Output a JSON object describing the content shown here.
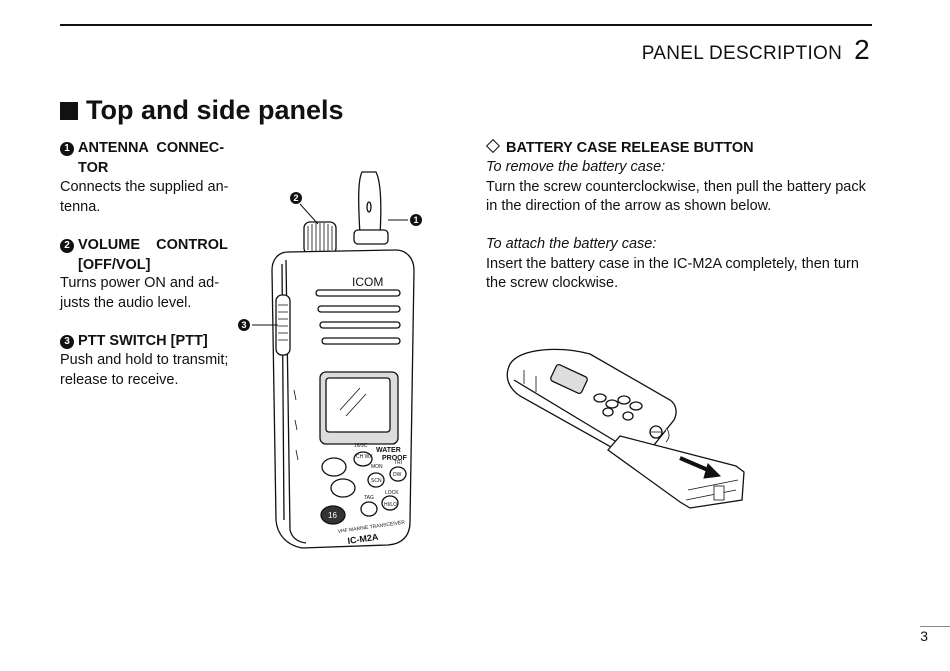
{
  "header": {
    "section": "PANEL DESCRIPTION",
    "chapter": "2"
  },
  "title": "Top and side panels",
  "items": [
    {
      "num": "1",
      "heading_l1": "ANTENNA  CONNEC-",
      "heading_l2": "TOR",
      "body_l1": "Connects the supplied an-",
      "body_l2": "tenna."
    },
    {
      "num": "2",
      "heading_l1": "VOLUME    CONTROL",
      "heading_l2": "[OFF/VOL]",
      "body_l1": "Turns power ON and ad-",
      "body_l2": "justs the audio level."
    },
    {
      "num": "3",
      "heading_l1": "PTT SWITCH [PTT]",
      "body_l1": "Push and hold to transmit;",
      "body_l2": "release to receive."
    }
  ],
  "battery": {
    "heading": "BATTERY CASE RELEASE BUTTON",
    "remove_label": "To remove the battery case:",
    "remove_l1": "Turn the screw counterclockwise, then pull the battery pack",
    "remove_l2": "in the direction of the arrow as shown below.",
    "attach_label": "To attach the battery case:",
    "attach_l1": "Insert the battery case in the IC-M2A completely, then turn",
    "attach_l2": "the screw clockwise."
  },
  "radio_labels": {
    "brand": "ICOM",
    "ch_btn": "CH\nWX",
    "dsc": "16/9C",
    "water": "WATER",
    "proof": "PROOF",
    "mon": "MON",
    "scn": "SCN",
    "tri": "TRI",
    "dw": "DW",
    "tag": "TAG",
    "lock": "LOCK",
    "hilo": "HI/LO",
    "btn16": "16",
    "model_line": "VHF MARINE TRANSCEIVER",
    "model": "IC-M2A"
  },
  "callouts": {
    "c1": "1",
    "c2": "2",
    "c3": "3"
  },
  "page_number": "3"
}
